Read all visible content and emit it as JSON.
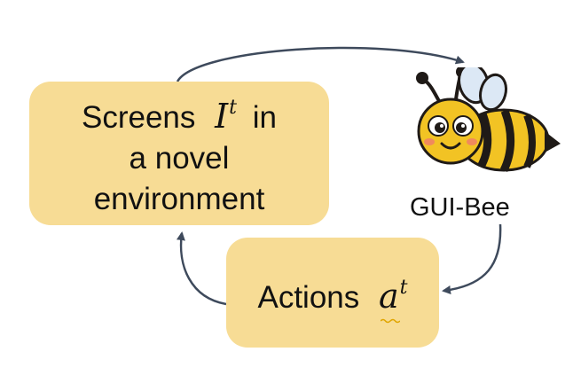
{
  "colors": {
    "box_fill": "#f7dc95",
    "arrow": "#3e4a5c",
    "bee_yellow": "#f2c324",
    "bee_stripe": "#1f1a17"
  },
  "screens_box": {
    "word": "Screens",
    "symbol": "I",
    "superscript": "t",
    "suffix": "in",
    "line2": "a novel",
    "line3": "environment"
  },
  "actions_box": {
    "word": "Actions",
    "symbol": "a",
    "superscript": "t"
  },
  "agent": {
    "label": "GUI-Bee",
    "icon": "bee-mascot-icon"
  }
}
